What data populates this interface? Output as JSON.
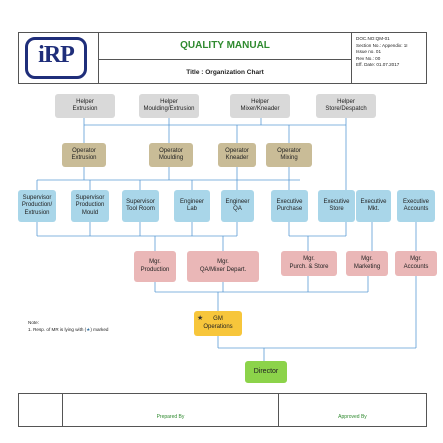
{
  "header": {
    "logo_text": "iRP",
    "manual_title": "QUALITY MANUAL",
    "chart_title": "Title : Organization Chart",
    "doc_info": [
      "DOC.NO:QM-01",
      "Section No.: Appendix: 1I",
      "Issue no. 01",
      "Rev No.: 00",
      "Eff. Date: 01.07.2017"
    ]
  },
  "helpers": [
    {
      "role": "Helper",
      "area": "Extrusion"
    },
    {
      "role": "Helper",
      "area": "Moulding/Extrusion"
    },
    {
      "role": "Helper",
      "area": "Mixer/Kneader"
    },
    {
      "role": "Helper",
      "area": "Store/Despatch"
    }
  ],
  "operators": [
    {
      "role": "Operator",
      "area": "Extrusion"
    },
    {
      "role": "Operator",
      "area": "Moulding"
    },
    {
      "role": "Operator",
      "area": "Kneader"
    },
    {
      "role": "Operator",
      "area": "Mixing"
    }
  ],
  "staff": [
    {
      "role": "Supervisor",
      "area": "Production/ Extrusion"
    },
    {
      "role": "Supervisor",
      "area": "Production Mould"
    },
    {
      "role": "Supervisor",
      "area": "Tool Room"
    },
    {
      "role": "Engineer",
      "area": "Lab"
    },
    {
      "role": "Engineer",
      "area": "QA"
    },
    {
      "role": "Executive",
      "area": "Purchase"
    },
    {
      "role": "Executive",
      "area": "Store"
    },
    {
      "role": "Executive",
      "area": "Mkt."
    },
    {
      "role": "Executive",
      "area": "Accounts"
    }
  ],
  "managers": [
    {
      "role": "Mgr.",
      "area": "Production"
    },
    {
      "role": "Mgr.",
      "area": "QA/Mixer Depart."
    },
    {
      "role": "Mgr.",
      "area": "Purch. & Store"
    },
    {
      "role": "Mgr.",
      "area": "Marketing"
    },
    {
      "role": "Mgr.",
      "area": "Accounts"
    }
  ],
  "gm": {
    "star": "★",
    "role": "GM",
    "area": "Operations"
  },
  "director": "Director",
  "note": {
    "heading": "Note:",
    "text_before": "1. Resp. of MR is lying with (",
    "text_after": ") marked"
  },
  "footer": {
    "prepared": "Prepared By",
    "approved": "Approved By"
  },
  "colors": {
    "helper": "#d9d9d9",
    "operator": "#c9bc97",
    "staff": "#a9d6e9",
    "manager": "#eab7b7",
    "gm": "#f7c63b",
    "director": "#8cd34a",
    "connector": "#5b9bd5",
    "title_green": "#2f8a2f",
    "logo_blue": "#1f2e7a"
  }
}
